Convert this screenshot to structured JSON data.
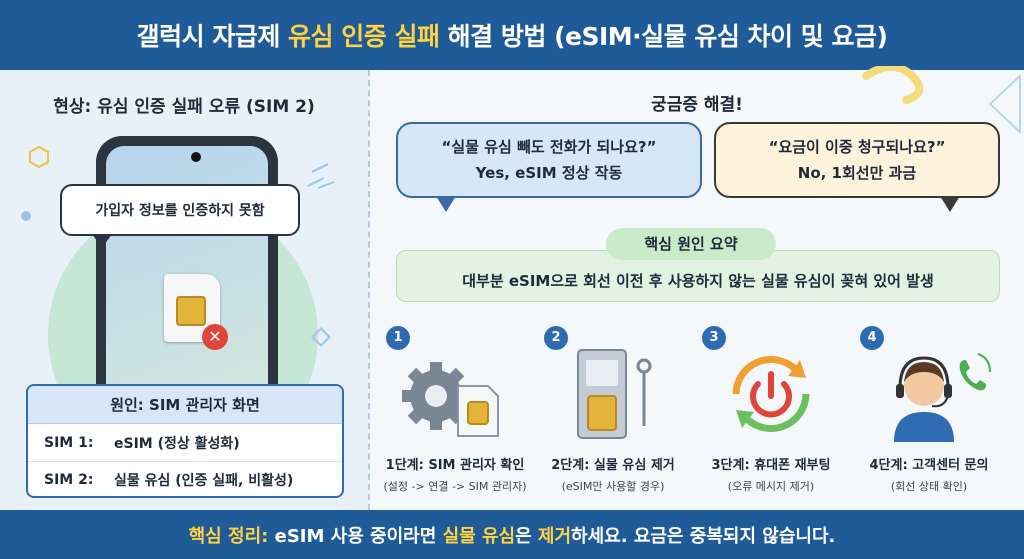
{
  "header": {
    "title_prefix": "갤럭시 자급제 ",
    "title_highlight": "유심 인증 실패",
    "title_suffix": " 해결 방법 (eSIM·실물 유심 차이 및 요금)"
  },
  "left": {
    "title": "현상: 유심 인증 실패 오류 (SIM 2)",
    "error_message": "가입자 정보를 인증하지 못함",
    "sim_box": {
      "title": "원인: SIM 관리자 화면",
      "rows": [
        {
          "label": "SIM 1:",
          "value": "eSIM (정상 활성화)"
        },
        {
          "label": "SIM 2:",
          "value": "실물 유심 (인증 실패, 비활성)"
        }
      ]
    }
  },
  "right": {
    "title": "궁금증 해결!",
    "questions": [
      {
        "question": "“실물 유심 빼도 전화가 되나요?”",
        "answer": "Yes, eSIM 정상 작동"
      },
      {
        "question": "“요금이 이중 청구되나요?”",
        "answer": "No, 1회선만 과금"
      }
    ],
    "summary_badge": "핵심 원인 요약",
    "summary_text": "대부분 eSIM으로 회선 이전 후 사용하지 않는 실물 유심이 꽂혀 있어 발생",
    "steps": [
      {
        "num": "1",
        "title": "1단계: SIM 관리자 확인",
        "sub": "(설정 -> 연결 -> SIM 관리자)",
        "icon": "gear-sim-icon"
      },
      {
        "num": "2",
        "title": "2단계: 실물 유심 제거",
        "sub": "(eSIM만 사용할 경우)",
        "icon": "sim-tray-pin-icon"
      },
      {
        "num": "3",
        "title": "3단계: 휴대폰 재부팅",
        "sub": "(오류 메시지 제거)",
        "icon": "power-restart-icon"
      },
      {
        "num": "4",
        "title": "4단계: 고객센터 문의",
        "sub": "(회선 상태 확인)",
        "icon": "customer-support-icon"
      }
    ]
  },
  "footer": {
    "p1": "핵심 정리: ",
    "p2": "eSIM 사용 중이라면 ",
    "p3": "실물 유심",
    "p4": "은 ",
    "p5": "제거",
    "p6": "하세요. 요금은 중복되지 않습니다."
  },
  "colors": {
    "header_bg": "#1f5a99",
    "highlight": "#ffd23f",
    "error_red": "#e0453a",
    "step_blue": "#2f6bb0",
    "summary_green": "#c9ebc9"
  }
}
